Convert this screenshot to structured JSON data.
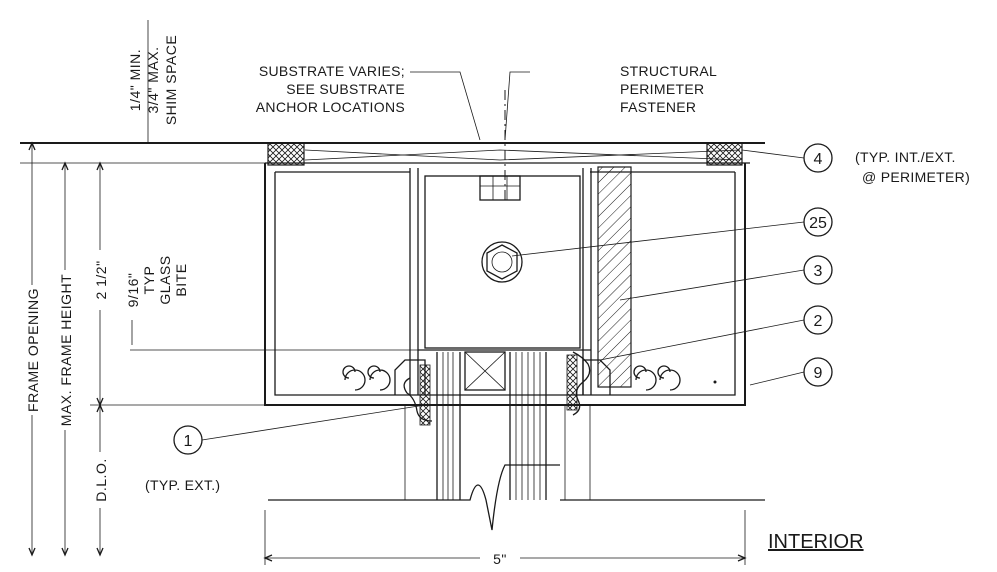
{
  "notes": {
    "substrate_1": "SUBSTRATE VARIES;",
    "substrate_2": "SEE SUBSTRATE",
    "substrate_3": "ANCHOR LOCATIONS",
    "structural_1": "STRUCTURAL",
    "structural_2": "PERIMETER",
    "structural_3": "FASTENER",
    "perimeter_1": "(TYP. INT./EXT.",
    "perimeter_2": "@ PERIMETER)",
    "typ_ext": "(TYP. EXT.)",
    "interior": "INTERIOR"
  },
  "dimensions": {
    "shim_1": "1/4\" MIN.",
    "shim_2": "3/4\" MAX.",
    "shim_3": "SHIM SPACE",
    "frame_opening": "FRAME OPENING",
    "max_frame_height": "MAX. FRAME HEIGHT",
    "dlo": "D.L.O.",
    "two_half": "2 1/2\"",
    "bite_1": "9/16\"",
    "bite_2": "TYP",
    "bite_3": "GLASS",
    "bite_4": "BITE",
    "width": "5\""
  },
  "callouts": [
    "4",
    "25",
    "3",
    "2",
    "9",
    "1"
  ]
}
